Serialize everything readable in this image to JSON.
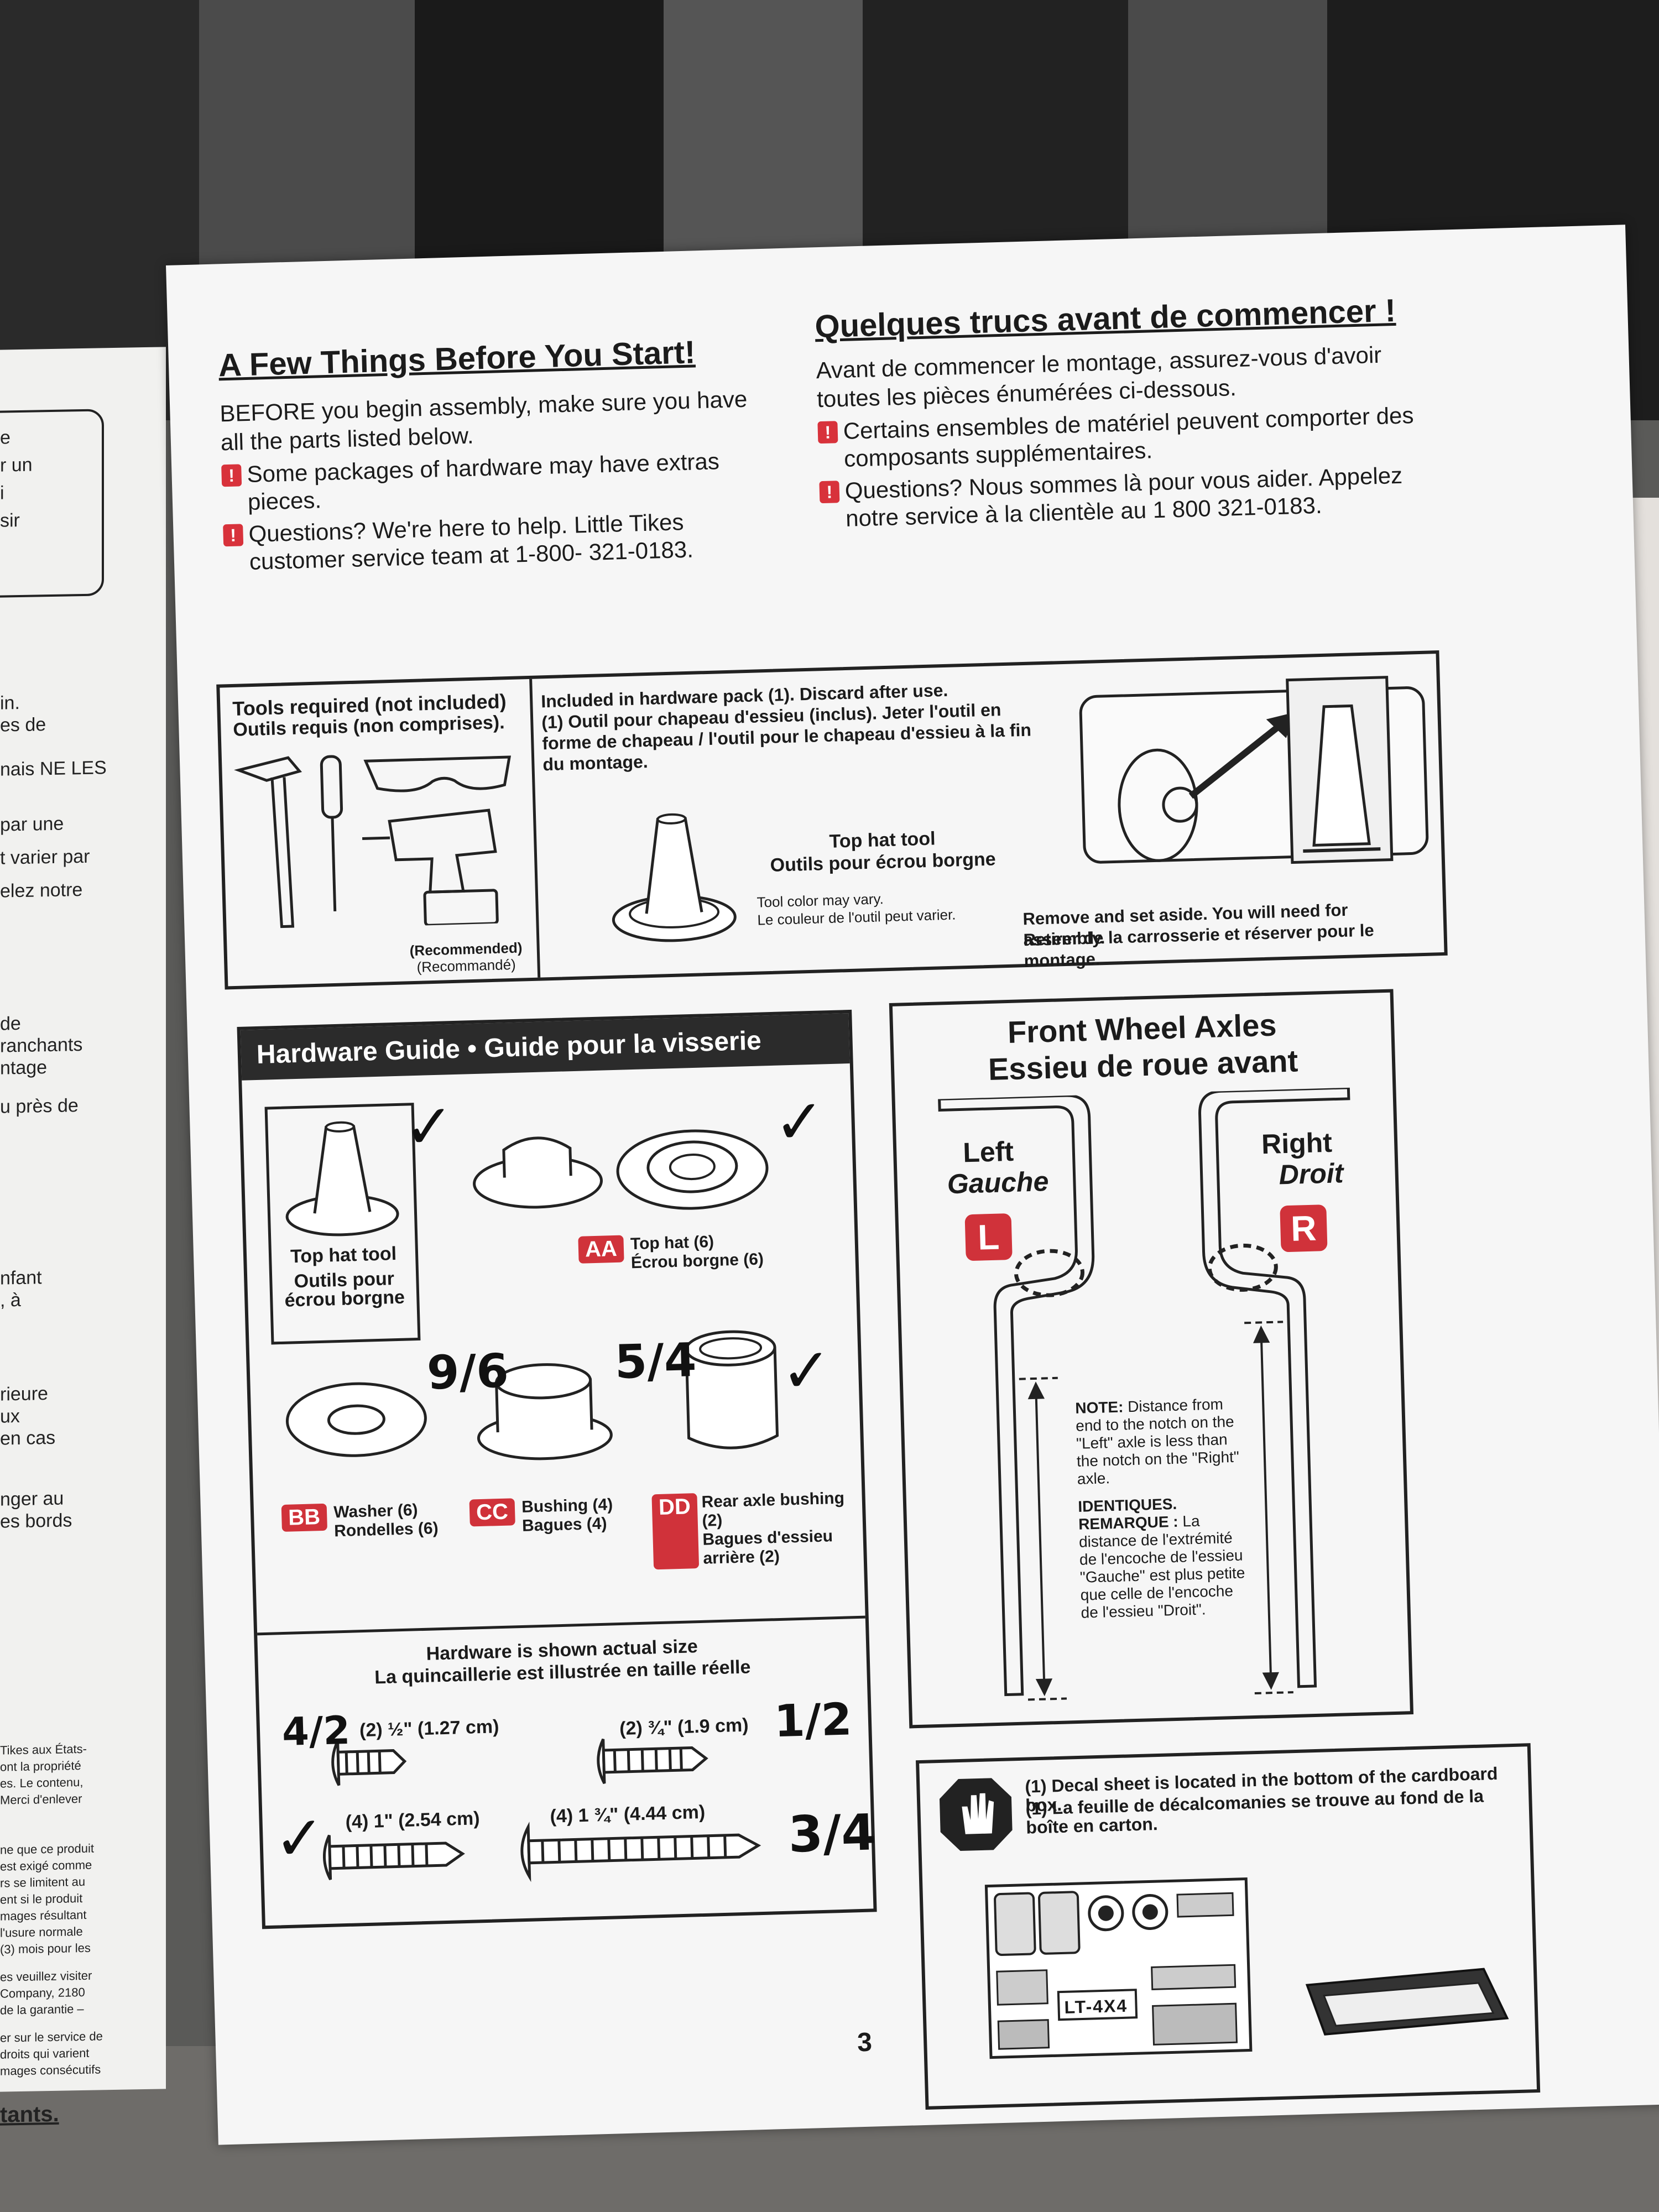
{
  "left_page": {
    "fragments": [
      "e",
      "r un",
      "i",
      "sir",
      "in.",
      "es de",
      "nais NE LES",
      "par une",
      "t varier par",
      "elez notre",
      "de",
      "ranchants",
      "ntage",
      "u près de",
      "nfant",
      ", à",
      "rieure",
      "ux",
      "en cas",
      "nger au",
      "es bords",
      "Tikes aux États-",
      "ont la propriété",
      "es. Le contenu,",
      "Merci d'enlever",
      "ne que ce produit",
      "est exigé comme",
      "rs se limitent au",
      "ent si le produit",
      "mages résultant",
      "l'usure normale",
      "(3) mois pour les",
      "es veuillez visiter",
      "Company, 2180",
      "de la garantie –",
      "er sur le service de",
      "droits qui varient",
      "mages consécutifs",
      "tants."
    ]
  },
  "intro": {
    "en_title": "A Few Things Before You Start!",
    "en_text": "BEFORE you begin assembly, make sure you have all the parts listed below.",
    "en_bullets": [
      "Some packages of hardware may have extras pieces.",
      "Questions? We're here to help. Little Tikes customer service team at 1-800- 321-0183."
    ],
    "fr_title": "Quelques trucs avant de commencer !",
    "fr_text": "Avant de commencer le montage, assurez-vous d'avoir toutes les pièces énumérées ci-dessous.",
    "fr_bullets": [
      "Certains ensembles de matériel peuvent comporter des composants supplémentaires.",
      "Questions? Nous sommes là pour vous aider. Appelez notre service à la clientèle au 1 800 321-0183."
    ],
    "bullet_mark": "!"
  },
  "tools": {
    "title_en": "Tools required (not included)",
    "title_fr": "Outils requis (non comprises).",
    "recommended_en": "(Recommended)",
    "recommended_fr": "(Recommandé)",
    "pack_text": "Included in hardware pack (1). Discard after use.",
    "pack_text_fr": "(1) Outil pour chapeau d'essieu (inclus). Jeter l'outil en forme de chapeau / l'outil pour le chapeau d'essieu à la fin du montage.",
    "tophat_en": "Top hat tool",
    "tophat_fr": "Outils pour écrou borgne",
    "color_note_en": "Tool color may vary.",
    "color_note_fr": "Le couleur de l'outil peut varier.",
    "remove_en": "Remove and set aside. You will need for assembly.",
    "remove_fr": "Retirer de la carrosserie et réserver pour le montage."
  },
  "hardware_guide": {
    "title": "Hardware Guide • Guide pour la visserie",
    "tophat_tool": "Top hat tool",
    "tophat_tool_fr": "Outils pour écrou borgne",
    "aa_badge": "AA",
    "aa_en": "Top hat (6)",
    "aa_fr": "Écrou borgne (6)",
    "bb_badge": "BB",
    "bb_en": "Washer (6)",
    "bb_fr": "Rondelles (6)",
    "cc_badge": "CC",
    "cc_en": "Bushing (4)",
    "cc_fr": "Bagues (4)",
    "dd_badge": "DD",
    "dd_en": "Rear axle bushing (2)",
    "dd_fr": "Bagues d'essieu arrière (2)",
    "actual_size_en": "Hardware is shown actual size",
    "actual_size_fr": "La quincaillerie est illustrée en taille réelle",
    "screws": [
      {
        "label": "(2) ½\" (1.27 cm)"
      },
      {
        "label": "(2) ¾\" (1.9 cm)"
      },
      {
        "label": "(4) 1\" (2.54 cm)"
      },
      {
        "label": "(4) 1 ¾\" (4.44 cm)"
      }
    ],
    "handwritten": {
      "bb": "9/6",
      "cc": "5/4",
      "screw1": "4/2",
      "screw2": "1/2",
      "screw4": "3/4",
      "check": "✓"
    }
  },
  "axles": {
    "title_en": "Front Wheel Axles",
    "title_fr": "Essieu de roue avant",
    "left_en": "Left",
    "left_fr": "Gauche",
    "left_badge": "L",
    "right_en": "Right",
    "right_fr": "Droit",
    "right_badge": "R",
    "note_label": "NOTE:",
    "note_en": "Distance from end to the notch on the \"Left\" axle is less than the notch on the \"Right\" axle.",
    "identical": "IDENTIQUES.",
    "note_fr_label": "REMARQUE :",
    "note_fr": "La distance de l'extrémité de l'encoche de l'essieu \"Gauche\" est plus petite que celle de l'encoche de l'essieu \"Droit\"."
  },
  "decal": {
    "text_en": "(1) Decal sheet is located in the bottom of the cardboard box.",
    "text_fr": "(1) La feuille de décalcomanies se trouve au fond de la boîte en carton.",
    "plate": "LT-4X4"
  },
  "page_number": "3"
}
